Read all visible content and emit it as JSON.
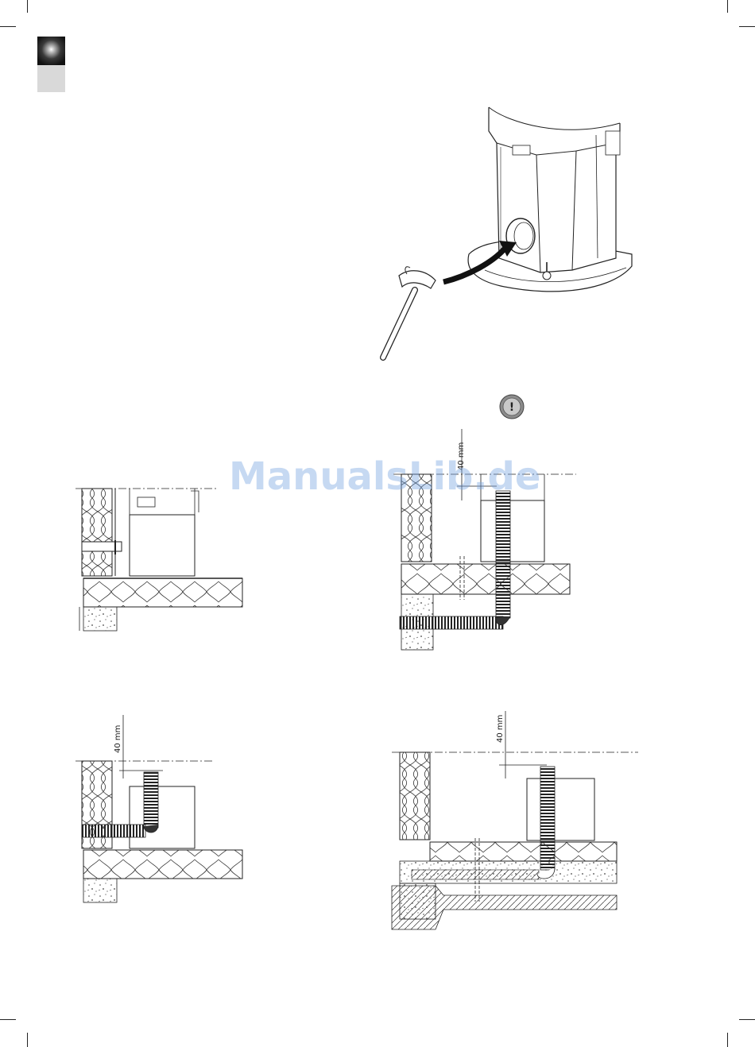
{
  "watermark": {
    "text": "ManualsLib.de"
  },
  "figures": {
    "wall_vent_right": {
      "dimension_label": "40 mm"
    },
    "wall_vent_left": {
      "dimension_label": "40 mm"
    },
    "floor_vent": {
      "dimension_label": "40 mm"
    }
  },
  "warning_icon": {
    "glyph": "!"
  },
  "colors": {
    "tab_dark": "#111111",
    "tab_light": "#d9d9d9",
    "watermark": "#78a5e1"
  }
}
